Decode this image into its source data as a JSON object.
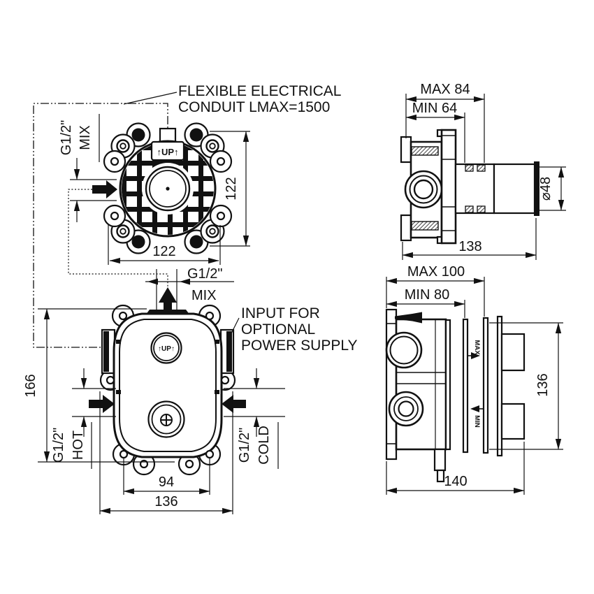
{
  "drawing": {
    "notes": {
      "conduit": {
        "line1": "FLEXIBLE ELECTRICAL",
        "line2": "CONDUIT LMAX=1500"
      },
      "power": {
        "line1": "INPUT FOR",
        "line2": "OPTIONAL",
        "line3": "POWER SUPPLY"
      }
    },
    "flange_view": {
      "width": "122",
      "height": "122",
      "port_thread": "G1/2\"",
      "port_name": "MIX",
      "up_marking": "↑UP↑"
    },
    "side_view_upper": {
      "depth_max": "MAX 84",
      "depth_min": "MIN 64",
      "length": "138",
      "sleeve_diameter": "⌀48"
    },
    "body_view": {
      "height": "166",
      "hole_spacing": "94",
      "width": "136",
      "outlet_thread": "G1/2\"",
      "outlet_name": "MIX",
      "hot_thread": "G1/2\"",
      "hot_name": "HOT",
      "cold_thread": "G1/2\"",
      "cold_name": "COLD",
      "up_marking": "↑UP↑"
    },
    "side_view_lower": {
      "depth_max": "MAX 100",
      "depth_min": "MIN 80",
      "height": "136",
      "width": "140",
      "marking_max": "MAX",
      "marking_min": "MIN"
    }
  }
}
